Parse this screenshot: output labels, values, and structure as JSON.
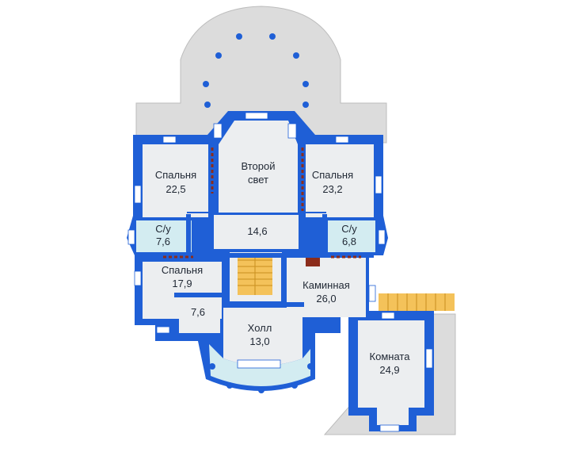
{
  "plan": {
    "colors": {
      "wall": "#1f5fd6",
      "room_fill": "#eceef0",
      "terrace_fill": "#dcdcdc",
      "wet_fill": "#d3ecf1",
      "stair": "#f4c25a",
      "column": "#1f5fd6",
      "window": "#ffffff"
    },
    "rooms": [
      {
        "id": "bedroom-1",
        "name": "Спальня",
        "area": "22,5"
      },
      {
        "id": "second-light",
        "name": "Второй",
        "area": "свет"
      },
      {
        "id": "bedroom-2",
        "name": "Спальня",
        "area": "23,2"
      },
      {
        "id": "bath-1",
        "name": "С/у",
        "area": "7,6"
      },
      {
        "id": "corridor",
        "name": "",
        "area": "14,6"
      },
      {
        "id": "bath-2",
        "name": "С/у",
        "area": "6,8"
      },
      {
        "id": "bedroom-3",
        "name": "Спальня",
        "area": "17,9"
      },
      {
        "id": "fireplace",
        "name": "Каминная",
        "area": "26,0"
      },
      {
        "id": "closet",
        "name": "",
        "area": "7,6"
      },
      {
        "id": "hall",
        "name": "Холл",
        "area": "13,0"
      },
      {
        "id": "room",
        "name": "Комната",
        "area": "24,9"
      }
    ]
  }
}
